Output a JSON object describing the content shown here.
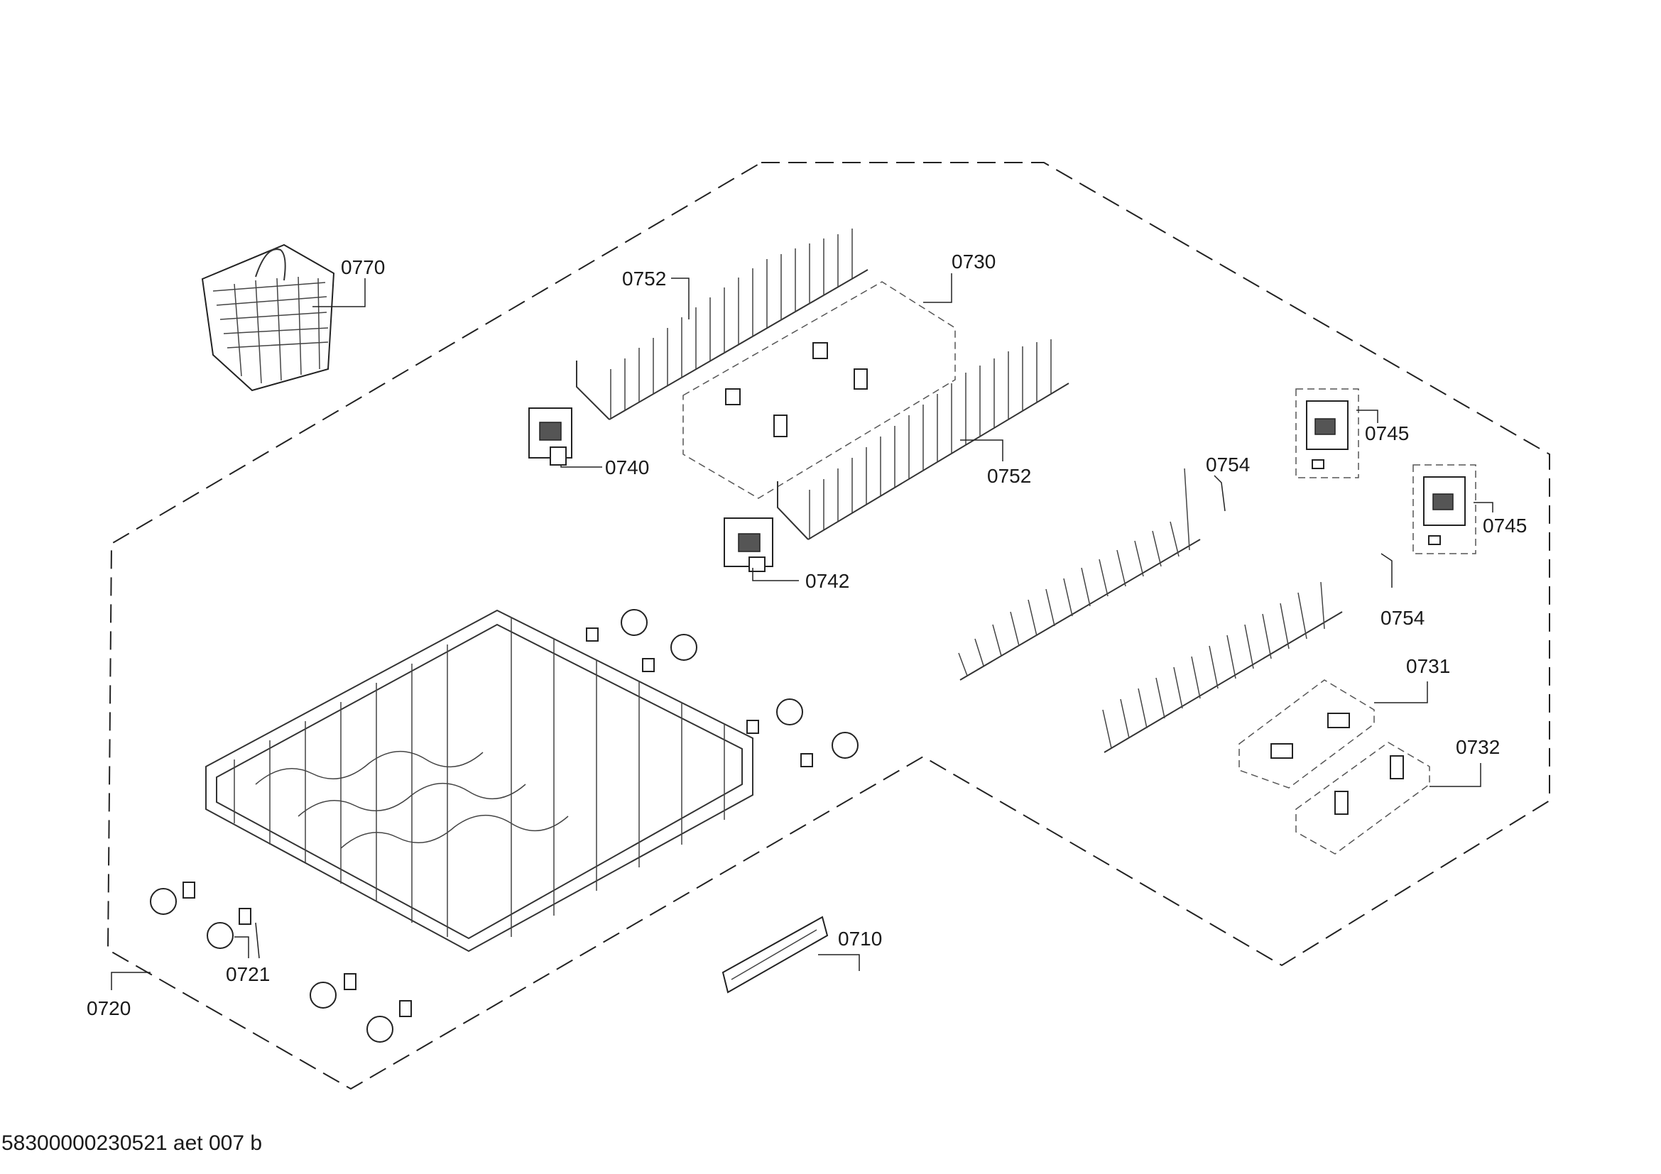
{
  "document": {
    "code": "58300000230521 aet 007 b"
  },
  "callouts": {
    "c0770": "0770",
    "c0752a": "0752",
    "c0730": "0730",
    "c0740": "0740",
    "c0752b": "0752",
    "c0742": "0742",
    "c0754a": "0754",
    "c0745a": "0745",
    "c0745b": "0745",
    "c0754b": "0754",
    "c0731": "0731",
    "c0732": "0732",
    "c0710": "0710",
    "c0721": "0721",
    "c0720": "0720"
  }
}
